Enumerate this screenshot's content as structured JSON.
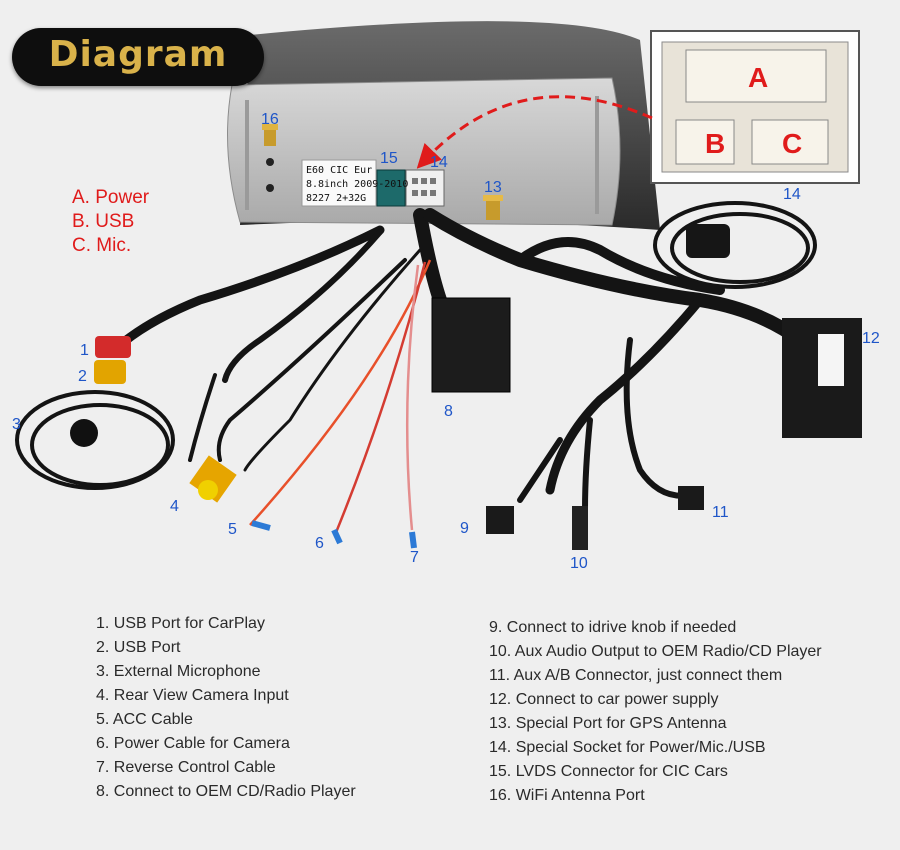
{
  "title": "Diagram",
  "abc_labels": [
    "A. Power",
    "B. USB",
    "C. Mic."
  ],
  "unit_label": [
    "E60 CIC Eur",
    "8.8inch 2009-2010",
    "8227 2+32G"
  ],
  "inset_letters": [
    "A",
    "B",
    "C"
  ],
  "callouts": {
    "n1": "1",
    "n2": "2",
    "n3": "3",
    "n4": "4",
    "n5": "5",
    "n6": "6",
    "n7": "7",
    "n8": "8",
    "n9": "9",
    "n10": "10",
    "n11": "11",
    "n12": "12",
    "n13": "13",
    "n14": "14",
    "n14b": "14",
    "n15": "15",
    "n16": "16"
  },
  "legend_left": [
    "1. USB Port for CarPlay",
    "2. USB Port",
    "3. External Microphone",
    "4. Rear View Camera Input",
    "5. ACC Cable",
    "6. Power Cable for Camera",
    "7. Reverse Control Cable",
    "8. Connect to OEM CD/Radio Player"
  ],
  "legend_right": [
    "9. Connect to idrive knob if needed",
    "10. Aux Audio Output to OEM Radio/CD Player",
    "11. Aux A/B Connector, just connect them",
    "12. Connect to car power supply",
    "13. Special Port for GPS Antenna",
    "14. Special Socket for Power/Mic./USB",
    "15. LVDS Connector for CIC Cars",
    "16. WiFi Antenna Port"
  ],
  "colors": {
    "background": "#efefef",
    "badge": "#0e0e0e",
    "badge_text": "#d9b24a",
    "red_text": "#e01b1b",
    "callout_blue": "#1f56c8",
    "cable": "#141414",
    "chassis": "#c9c9c9"
  }
}
